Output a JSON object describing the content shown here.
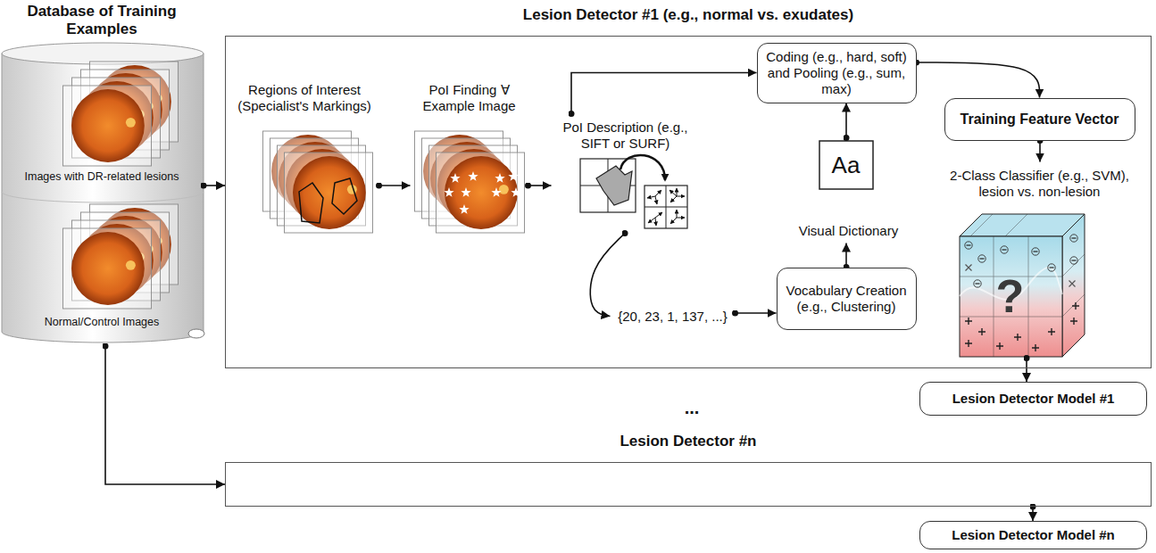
{
  "diagram": {
    "nodes": [
      {
        "text": [
          "Database of Training Examples",
          "Images with DR-related lesions",
          "Normal/Control Images"
        ]
      },
      {
        "text": [
          "Lesion Detector #1 (e.g., normal vs. exudates)"
        ]
      },
      {
        "text": [
          "Regions of Interest (Specialist's Markings)"
        ],
        "in": 1
      },
      {
        "text": [
          "PoI Finding ∀ Example Image"
        ],
        "in": 1
      },
      {
        "text": [
          "PoI Description (e.g., SIFT or SURF)"
        ],
        "in": 1
      },
      {
        "text": [
          "{20, 23, 1, 137, ...}"
        ],
        "in": 1
      },
      {
        "text": [
          "Coding (e.g., hard, soft) and Pooling (e.g., sum, max)"
        ],
        "in": 1
      },
      {
        "text": [
          "Training Feature Vector"
        ],
        "in": 1
      },
      {
        "text": [
          "Aa",
          "Visual Dictionary"
        ],
        "in": 1
      },
      {
        "text": [
          "Vocabulary Creation (e.g., Clustering)"
        ],
        "in": 1
      },
      {
        "text": [
          "2-Class Classifier (e.g., SVM), lesion vs. non-lesion",
          "?"
        ],
        "in": 1
      },
      {
        "text": [
          "Lesion Detector Model #1"
        ]
      },
      {
        "text": [
          "Lesion Detector #n"
        ]
      },
      {
        "text": [
          "Lesion Detector Model #n"
        ]
      }
    ],
    "edges": [
      {
        "from": 0,
        "to": 1,
        "arrow": "to"
      },
      {
        "from": 0,
        "to": 12,
        "arrow": "to"
      },
      {
        "from": 2,
        "to": 3,
        "arrow": "to"
      },
      {
        "from": 3,
        "to": 4,
        "arrow": "to"
      },
      {
        "from": 4,
        "to": 5,
        "arrow": "to"
      },
      {
        "from": 5,
        "to": 9,
        "arrow": "to"
      },
      {
        "from": 9,
        "to": 8,
        "arrow": "to"
      },
      {
        "from": 8,
        "to": 6,
        "arrow": "to"
      },
      {
        "from": 4,
        "to": 6,
        "arrow": "to"
      },
      {
        "from": 6,
        "to": 7,
        "arrow": "to"
      },
      {
        "from": 7,
        "to": 10,
        "arrow": "to"
      },
      {
        "from": 10,
        "to": 11,
        "arrow": "to"
      },
      {
        "from": 12,
        "to": 13,
        "arrow": "to"
      }
    ],
    "labels": [
      "..."
    ]
  }
}
